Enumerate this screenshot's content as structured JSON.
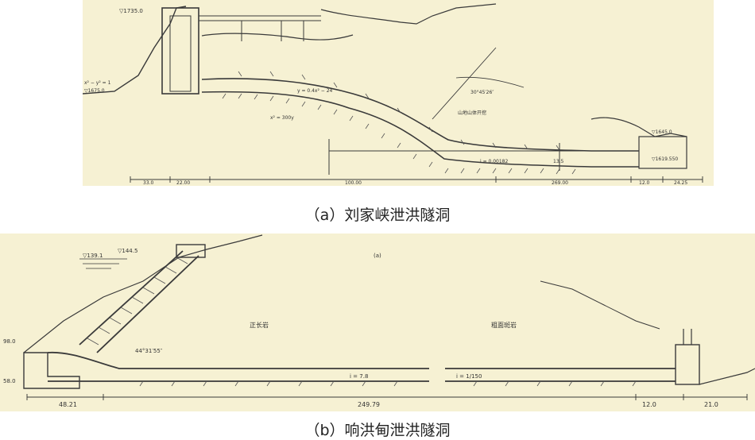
{
  "figure_a": {
    "caption": "（a）刘家峡泄洪隧洞",
    "labels": {
      "water_level": "▽1735.0",
      "level_left": "▽1675.0",
      "note_left": "x² − y² = 1",
      "eq_curve": "y = 0.4x² − 24",
      "eq_parab": "x² = 300y",
      "angle": "30°45′26″",
      "slope": "i = 0.00182",
      "right_note": "山地山体开挖",
      "level_right": "▽1645.0",
      "level_right2": "▽1619.550",
      "height_mark": "13.5",
      "dims": [
        "33.0",
        "22.00",
        "100.00",
        "269.00",
        "12.0",
        "24.25"
      ]
    }
  },
  "figure_b": {
    "caption": "（b）响洪甸泄洪隧洞",
    "labels": {
      "water_level": "▽139.1",
      "water_level2": "▽144.5",
      "level_left": "98.0",
      "level_left2": "58.0",
      "angle": "44°31′55″",
      "rock_left": "正长岩",
      "rock_right": "粗面斑岩",
      "top_note": "(a)",
      "slope1": "i = 7.8",
      "slope2": "i = 1/150",
      "dims": [
        "48.21",
        "249.79",
        "12.0",
        "21.0"
      ]
    }
  }
}
